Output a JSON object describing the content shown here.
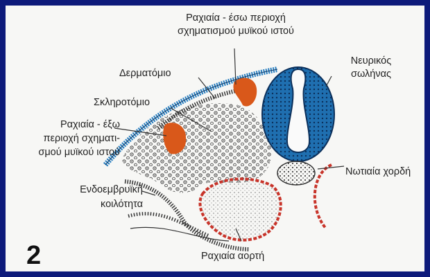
{
  "panel_number": "2",
  "labels": {
    "myotome_top_line1": "Ραχιαία - έσω περιοχή",
    "myotome_top_line2": "σχηματισμού μυϊκού ιστού",
    "dermatome": "Δερματόμιο",
    "sclerotome": "Σκληροτόμιο",
    "myotome_left_line1": "Ραχιαία - έξω",
    "myotome_left_line2": "περιοχή σχηματι-",
    "myotome_left_line3": "σμού μυϊκού ιστού",
    "intraembryonic_line1": "Ενδοεμβρυϊκή",
    "intraembryonic_line2": "κοιλότητα",
    "neural_tube_line1": "Νευρικός",
    "neural_tube_line2": "σωλήνας",
    "notochord": "Νωτιαία χορδή",
    "dorsal_aorta": "Ραχιαία αορτή"
  },
  "colors": {
    "frame": "#0d1a7a",
    "background": "#f7f7f5",
    "ectoderm_blue": "#2a7fc0",
    "neural_tube_blue": "#1f6fb0",
    "myotome_orange": "#d9581a",
    "aorta_red": "#c8342a",
    "ink": "#222222"
  }
}
